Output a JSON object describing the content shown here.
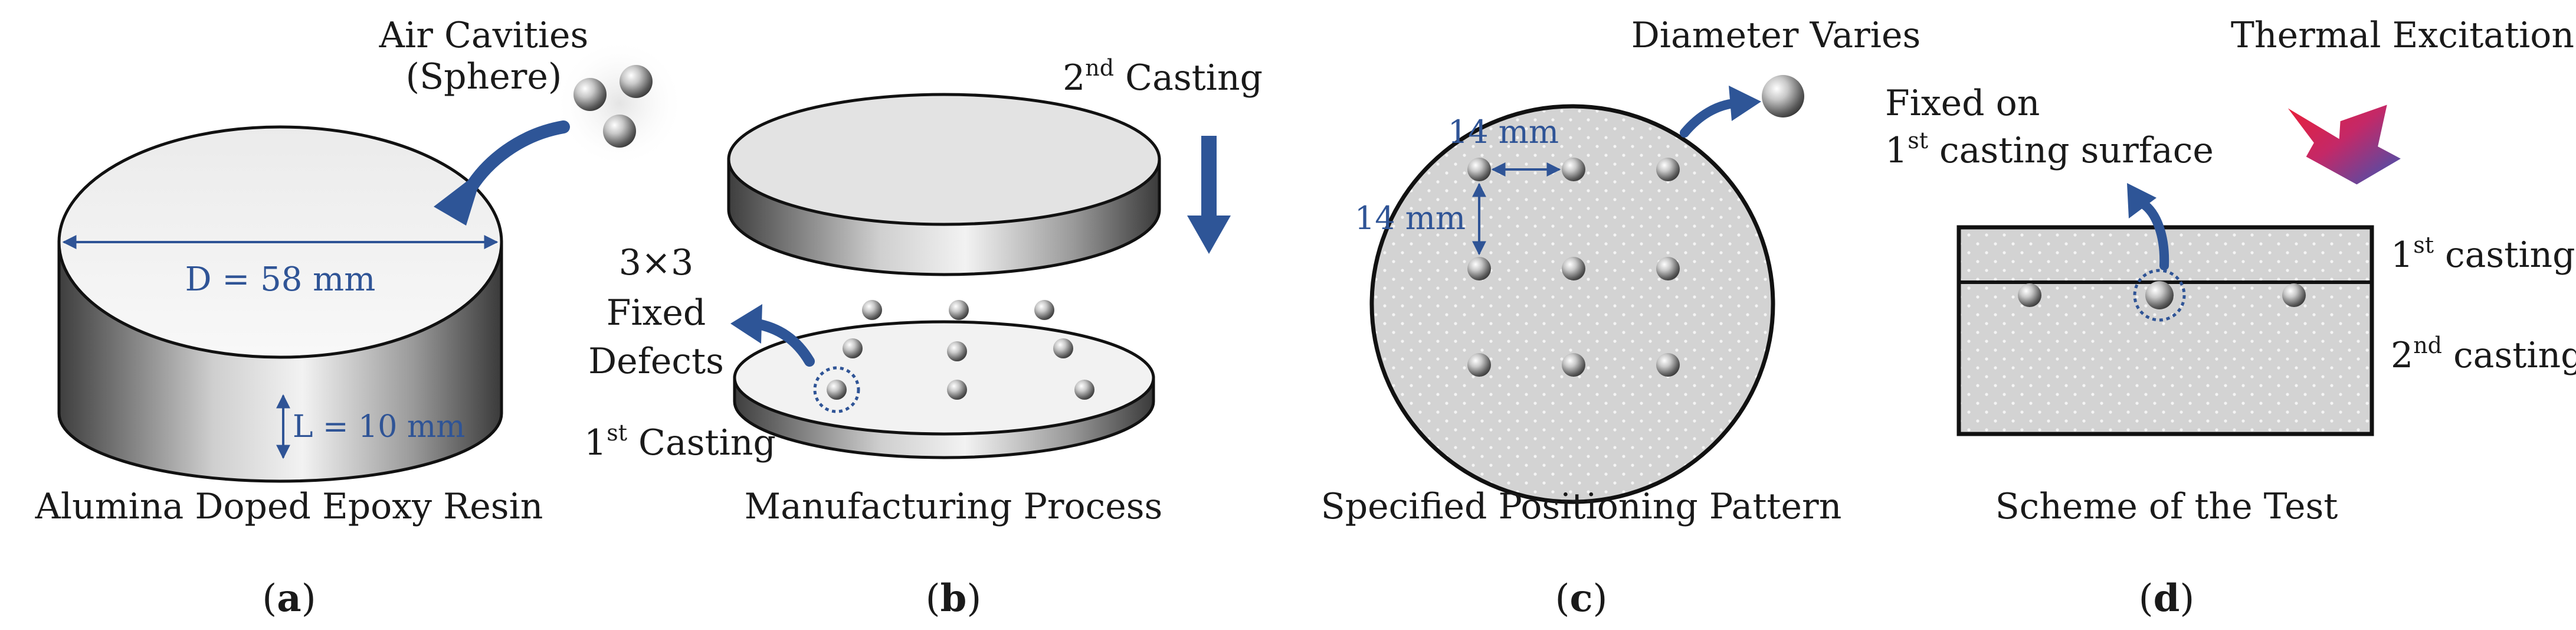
{
  "panel_a": {
    "callout_line1": "Air Cavities",
    "callout_line2": "(Sphere)",
    "diameter_label": "D = 58 mm",
    "thickness_label": "L = 10 mm",
    "caption": "Alumina Doped Epoxy Resin",
    "letter": "a"
  },
  "panel_b": {
    "second_casting_pre": "2",
    "second_casting_sup": "nd",
    "second_casting_post": " Casting",
    "defects_line1": "3×3",
    "defects_line2": "Fixed",
    "defects_line3": "Defects",
    "first_casting_pre": "1",
    "first_casting_sup": "st",
    "first_casting_post": " Casting",
    "caption": "Manufacturing Process",
    "letter": "b"
  },
  "panel_c": {
    "diameter_varies": "Diameter Varies",
    "spacing_h": "14 mm",
    "spacing_v": "14 mm",
    "caption": "Specified Positioning Pattern",
    "letter": "c"
  },
  "panel_d": {
    "thermal_excitation": "Thermal Excitation",
    "fixed_line1": "Fixed on",
    "fixed_line2_pre": "1",
    "fixed_line2_sup": "st",
    "fixed_line2_post": " casting surface",
    "layer1_pre": "1",
    "layer1_sup": "st",
    "layer1_post": " casting",
    "layer2_pre": "2",
    "layer2_sup": "nd",
    "layer2_post": " casting",
    "caption": "Scheme of the Test",
    "letter": "d"
  },
  "colors": {
    "accent_blue": "#2f5496",
    "arrow_blue": "#2e5597",
    "excitation_red": "#e8203a",
    "excitation_blue": "#3a55b4"
  }
}
